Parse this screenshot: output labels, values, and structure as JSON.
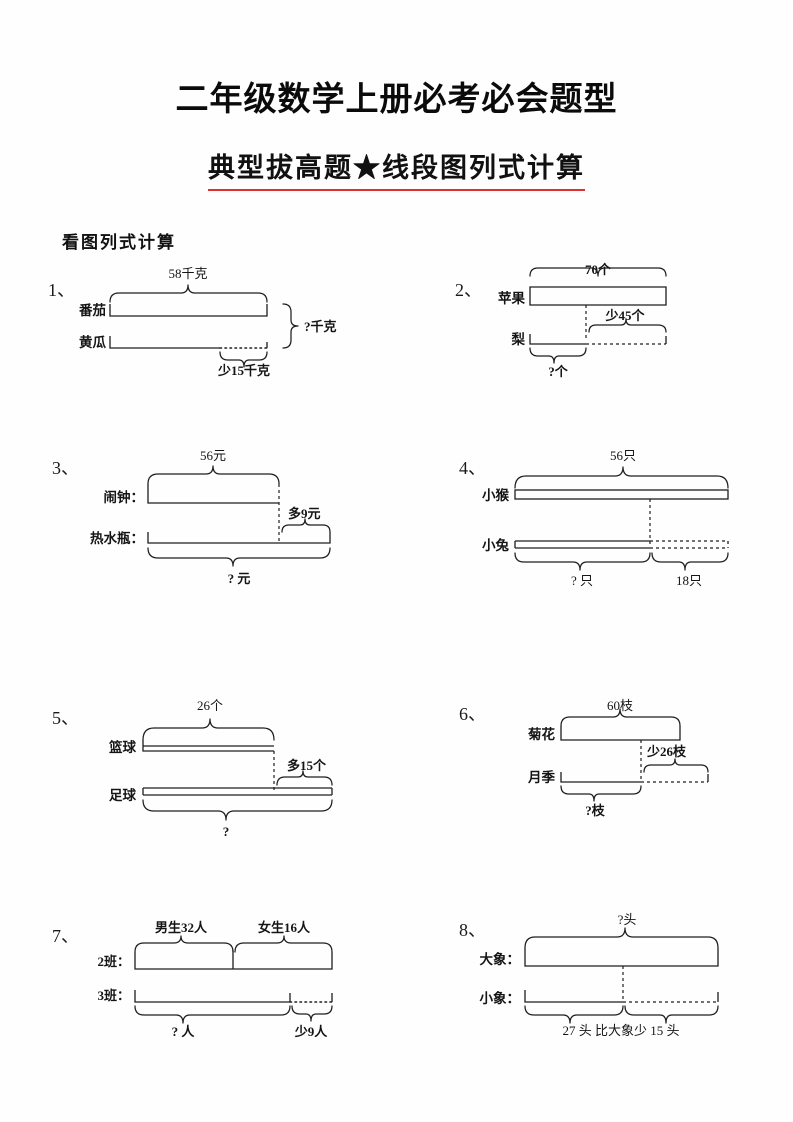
{
  "header": {
    "title": "二年级数学上册必考必会题型",
    "subtitle": "典型拔高题★线段图列式计算",
    "underline_color": "#e03030"
  },
  "section": {
    "label": "看图列式计算"
  },
  "problems": [
    {
      "number": "1、",
      "top_label": "58千克",
      "row1_label": "番茄",
      "row2_label": "黄瓜",
      "diff_label": "少15千克",
      "answer_label": "?千克"
    },
    {
      "number": "2、",
      "top_label": "70个",
      "row1_label": "苹果",
      "row2_label": "梨",
      "diff_label": "少45个",
      "answer_label": "?个"
    },
    {
      "number": "3、",
      "top_label": "56元",
      "row1_label": "闹钟：",
      "row2_label": "热水瓶：",
      "diff_label": "多9元",
      "answer_label": "? 元"
    },
    {
      "number": "4、",
      "top_label": "56只",
      "row1_label": "小猴",
      "row2_label": "小兔",
      "diff_label": "18只",
      "answer_label": "? 只"
    },
    {
      "number": "5、",
      "top_label": "26个",
      "row1_label": "篮球",
      "row2_label": "足球",
      "diff_label": "多15个",
      "answer_label": "?"
    },
    {
      "number": "6、",
      "top_label": "60枝",
      "row1_label": "菊花",
      "row2_label": "月季",
      "diff_label": "少26枝",
      "answer_label": "?枝"
    },
    {
      "number": "7、",
      "top_label_boys": "男生32人",
      "top_label_girls": "女生16人",
      "row1_label": "2班：",
      "row2_label": "3班：",
      "diff_label": "少9人",
      "answer_label": "? 人"
    },
    {
      "number": "8、",
      "top_label": "?头",
      "row1_label": "大象：",
      "row2_label": "小象：",
      "bottom_label": "27 头  比大象少 15 头"
    }
  ]
}
